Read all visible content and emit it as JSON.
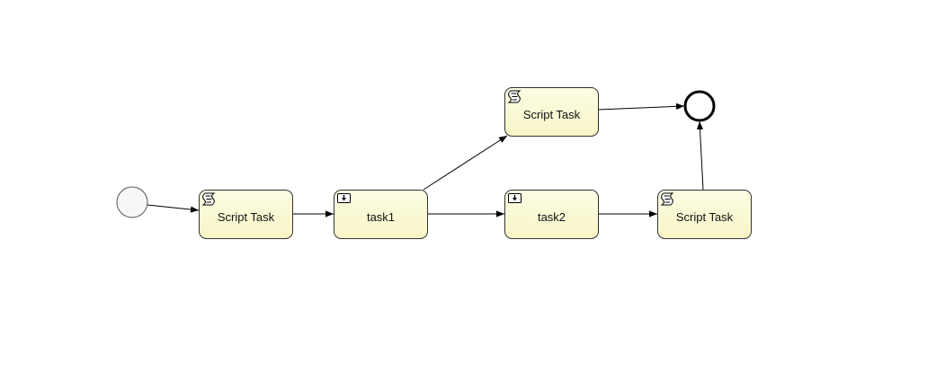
{
  "diagram": {
    "colors": {
      "task_fill_top": "#fcfce4",
      "task_fill_bottom": "#f7f5c6",
      "task_stroke": "#333333",
      "event_fill": "#f6f7f9",
      "event_stroke": "#555555",
      "end_event_stroke": "#000000",
      "flow_stroke": "#000000"
    },
    "nodes": [
      {
        "id": "start",
        "type": "start-event"
      },
      {
        "id": "script1",
        "type": "script-task",
        "label": "Script Task",
        "icon": "script-icon"
      },
      {
        "id": "task1",
        "type": "user-task",
        "label": "task1",
        "icon": "receive-task-icon"
      },
      {
        "id": "script2",
        "type": "script-task",
        "label": "Script Task",
        "icon": "script-icon"
      },
      {
        "id": "task2",
        "type": "user-task",
        "label": "task2",
        "icon": "receive-task-icon"
      },
      {
        "id": "script3",
        "type": "script-task",
        "label": "Script Task",
        "icon": "script-icon"
      },
      {
        "id": "end",
        "type": "end-event"
      }
    ],
    "flows": [
      {
        "from": "start",
        "to": "script1"
      },
      {
        "from": "script1",
        "to": "task1"
      },
      {
        "from": "task1",
        "to": "script2"
      },
      {
        "from": "task1",
        "to": "task2"
      },
      {
        "from": "task2",
        "to": "script3"
      },
      {
        "from": "script2",
        "to": "end"
      },
      {
        "from": "script3",
        "to": "end"
      }
    ]
  }
}
